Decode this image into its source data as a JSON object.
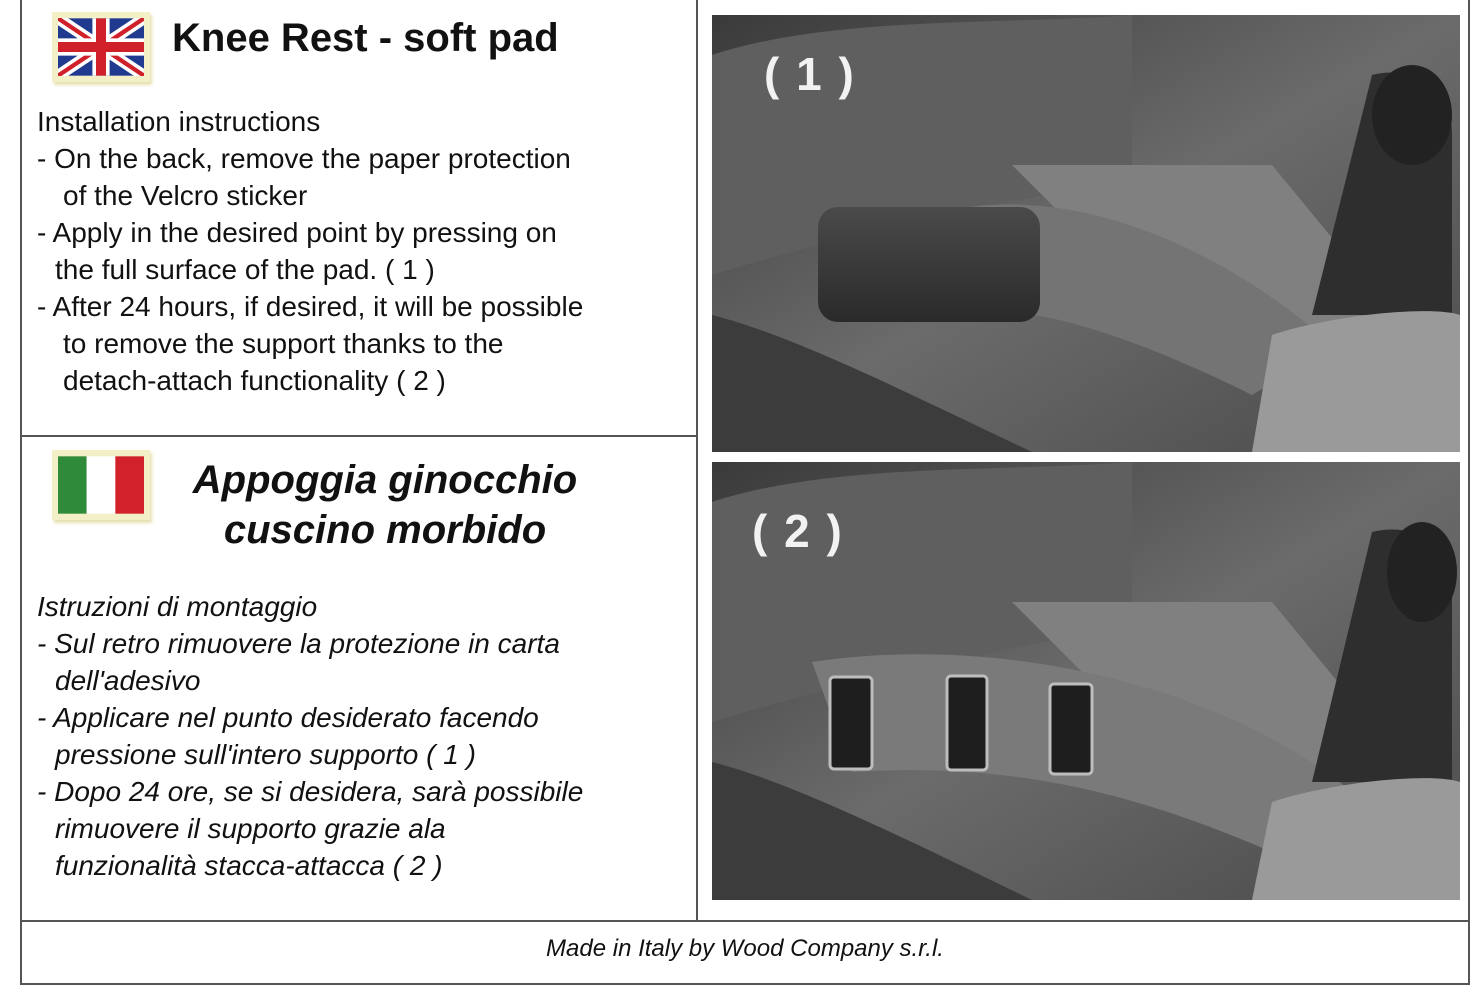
{
  "english": {
    "flag_icon": "uk-flag-icon",
    "title": "Knee Rest - soft pad",
    "instructions": [
      "Installation instructions",
      "- On the back, remove the paper protection",
      "of the Velcro sticker",
      "- Apply in the desired point by pressing on",
      "the full surface of the pad. ( 1 )",
      "- After 24 hours, if desired, it will be possible",
      "to remove the support thanks to the",
      "detach-attach functionality ( 2 )"
    ]
  },
  "italian": {
    "flag_icon": "italy-flag-icon",
    "title_line1": "Appoggia ginocchio",
    "title_line2": "cuscino morbido",
    "instructions": [
      "Istruzioni di montaggio",
      "- Sul retro rimuovere la protezione in carta",
      "dell'adesivo",
      "- Applicare nel punto desiderato facendo",
      "pressione sull'intero supporto ( 1 )",
      "- Dopo 24 ore, se si desidera, sarà possibile",
      "rimuovere il supporto grazie ala",
      "funzionalità stacca-attacca ( 2 )"
    ]
  },
  "photos": [
    {
      "label": "( 1 )"
    },
    {
      "label": "( 2 )"
    }
  ],
  "footer": "Made in Italy by Wood Company s.r.l."
}
